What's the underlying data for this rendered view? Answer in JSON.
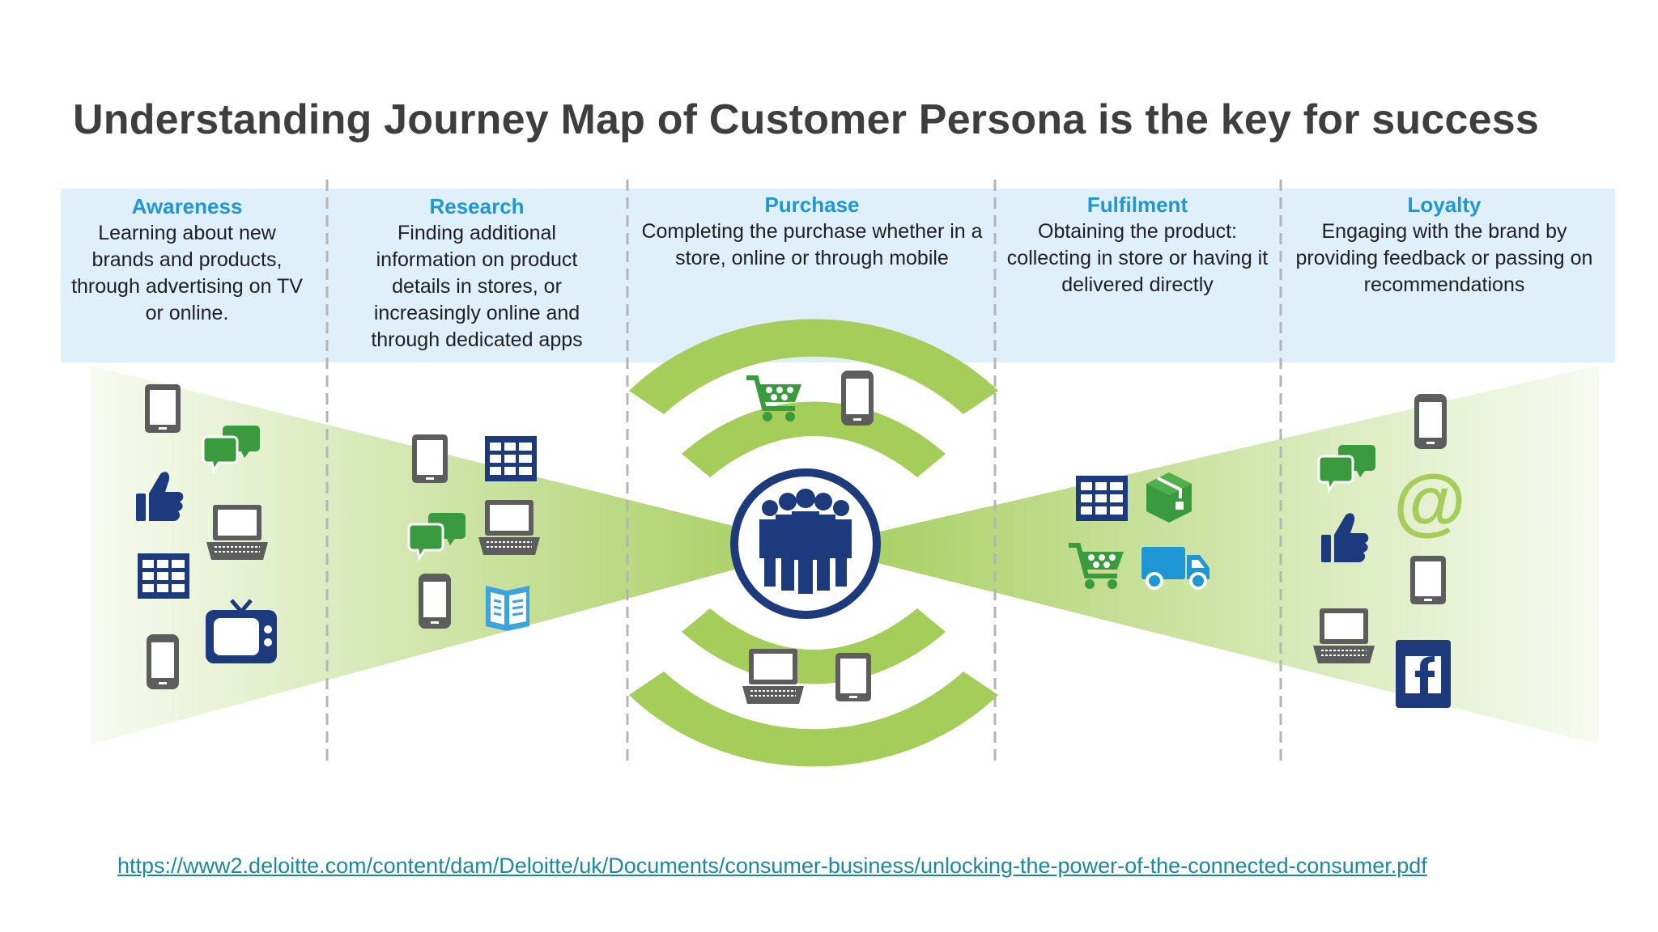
{
  "title": "Understanding Journey Map of Customer Persona is the key for success",
  "stages": [
    {
      "name": "Awareness",
      "description": "Learning about new brands and products, through advertising on TV or online."
    },
    {
      "name": "Research",
      "description": "Finding additional information on product details in stores, or increasingly online and through dedicated apps"
    },
    {
      "name": "Purchase",
      "description": "Completing the purchase whether in a store, online or through mobile"
    },
    {
      "name": "Fulfilment",
      "description": "Obtaining the product: collecting in store or having it delivered directly"
    },
    {
      "name": "Loyalty",
      "description": "Engaging with the brand by providing feedback or passing on recommendations"
    }
  ],
  "source_link": "https://www2.deloitte.com/content/dam/Deloitte/uk/Documents/consumer-business/unlocking-the-power-of-the-connected-consumer.pdf",
  "icons": {
    "awareness": [
      "tablet-icon",
      "chat-bubbles-icon",
      "thumbs-up-icon",
      "laptop-icon",
      "store-building-icon",
      "tv-icon",
      "smartphone-icon"
    ],
    "research": [
      "tablet-icon",
      "store-building-icon",
      "chat-bubbles-icon",
      "laptop-icon",
      "smartphone-icon",
      "book-icon"
    ],
    "purchase": [
      "shopping-cart-icon",
      "smartphone-icon",
      "laptop-icon",
      "tablet-icon",
      "customers-group-icon"
    ],
    "fulfilment": [
      "store-building-icon",
      "package-icon",
      "shopping-cart-icon",
      "delivery-truck-icon"
    ],
    "loyalty": [
      "smartphone-icon",
      "chat-bubbles-icon",
      "at-sign-icon",
      "thumbs-up-icon",
      "tablet-icon",
      "laptop-icon",
      "facebook-icon"
    ]
  },
  "colors": {
    "header_band": "#dff0fa",
    "stage_name": "#1f97d4",
    "green": "#a4cd5a",
    "green_dark": "#3a9a3e",
    "navy": "#1d3a7d",
    "device_gray": "#5d5d5d",
    "light_blue": "#3aa4dd",
    "link": "#1a8a9c"
  }
}
